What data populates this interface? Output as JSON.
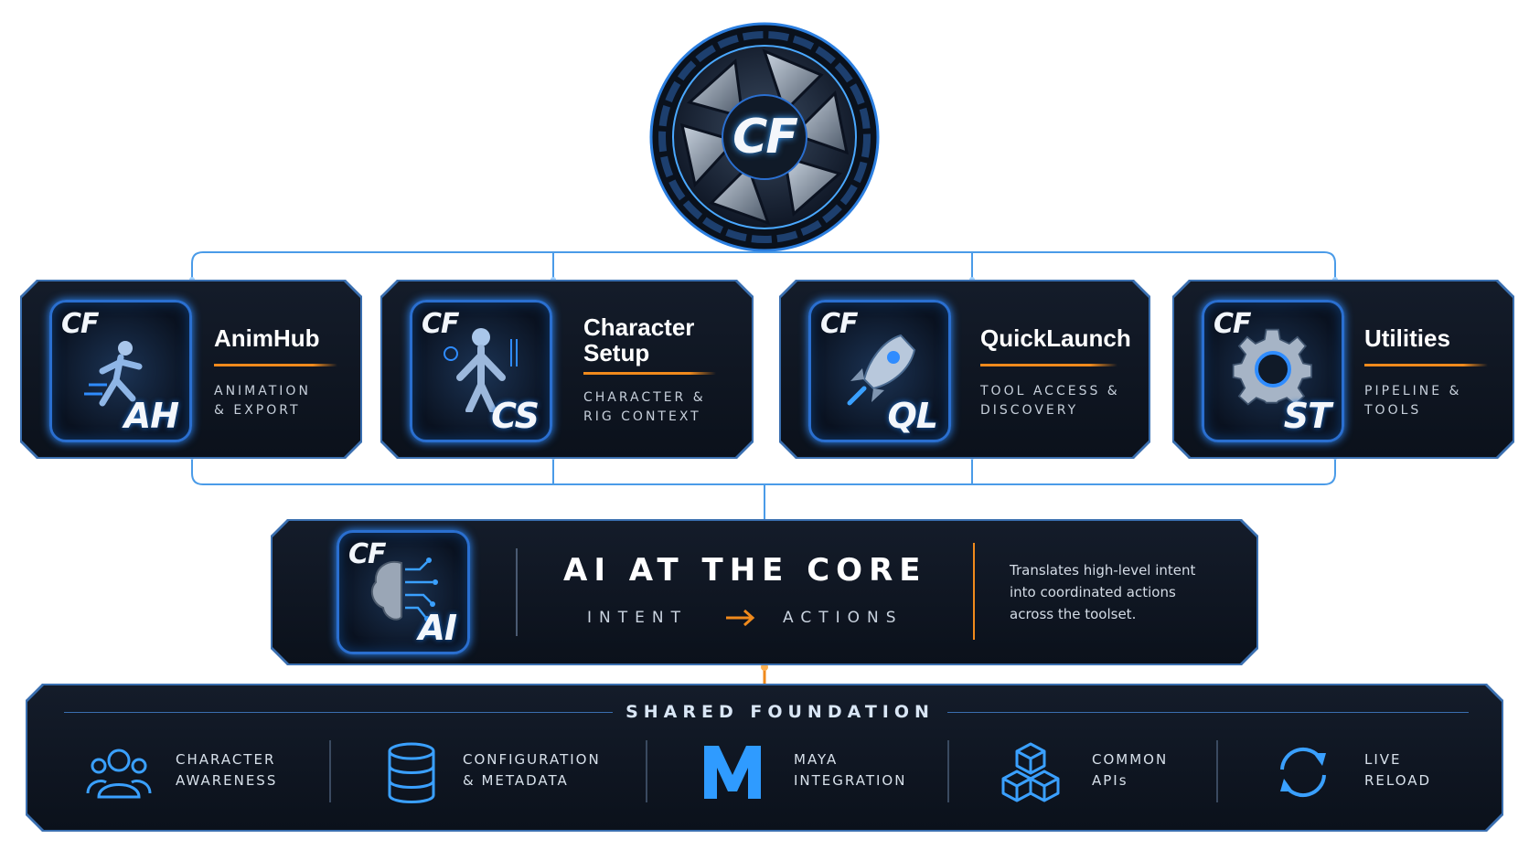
{
  "colors": {
    "accent_blue": "#3aa0ff",
    "accent_orange": "#f08a1c",
    "panel": "#0d1420"
  },
  "hub": {
    "logo_text": "CF"
  },
  "modules": [
    {
      "cf": "CF",
      "code": "AH",
      "title": "AnimHub",
      "subtitle": "ANIMATION\n& EXPORT",
      "icon": "running-figure-icon"
    },
    {
      "cf": "CF",
      "code": "CS",
      "title": "Character\nSetup",
      "subtitle": "CHARACTER &\nRIG CONTEXT",
      "icon": "rig-figure-icon"
    },
    {
      "cf": "CF",
      "code": "QL",
      "title": "QuickLaunch",
      "subtitle": "TOOL ACCESS &\nDISCOVERY",
      "icon": "rocket-icon"
    },
    {
      "cf": "CF",
      "code": "ST",
      "title": "Utilities",
      "subtitle": "PIPELINE &\nTOOLS",
      "icon": "gear-icon"
    }
  ],
  "core": {
    "cf": "CF",
    "code": "AI",
    "title": "AI AT THE CORE",
    "intent": "INTENT",
    "actions": "ACTIONS",
    "description": "Translates high-level intent\ninto coordinated actions\nacross the toolset.",
    "icon": "brain-circuit-icon"
  },
  "foundation": {
    "title": "SHARED FOUNDATION",
    "items": [
      {
        "label": "CHARACTER\nAWARENESS",
        "icon": "users-icon"
      },
      {
        "label": "CONFIGURATION\n& METADATA",
        "icon": "database-icon"
      },
      {
        "label": "MAYA\nINTEGRATION",
        "icon": "maya-icon"
      },
      {
        "label": "COMMON\nAPIs",
        "icon": "cubes-icon"
      },
      {
        "label": "LIVE\nRELOAD",
        "icon": "reload-icon"
      }
    ]
  }
}
